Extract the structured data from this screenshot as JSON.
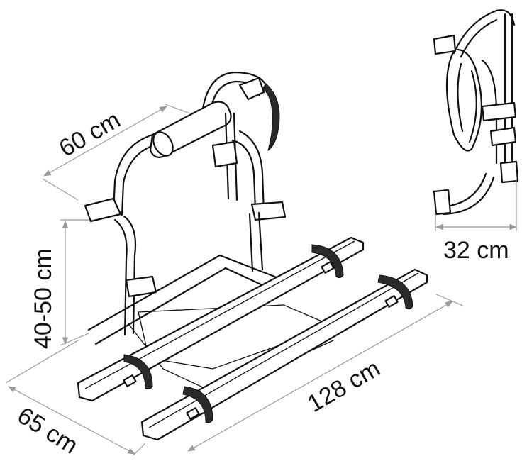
{
  "dimensions": {
    "width_top": "60 cm",
    "height": "40-50 cm",
    "depth": "65 cm",
    "length": "128 cm",
    "folded_depth": "32 cm"
  }
}
